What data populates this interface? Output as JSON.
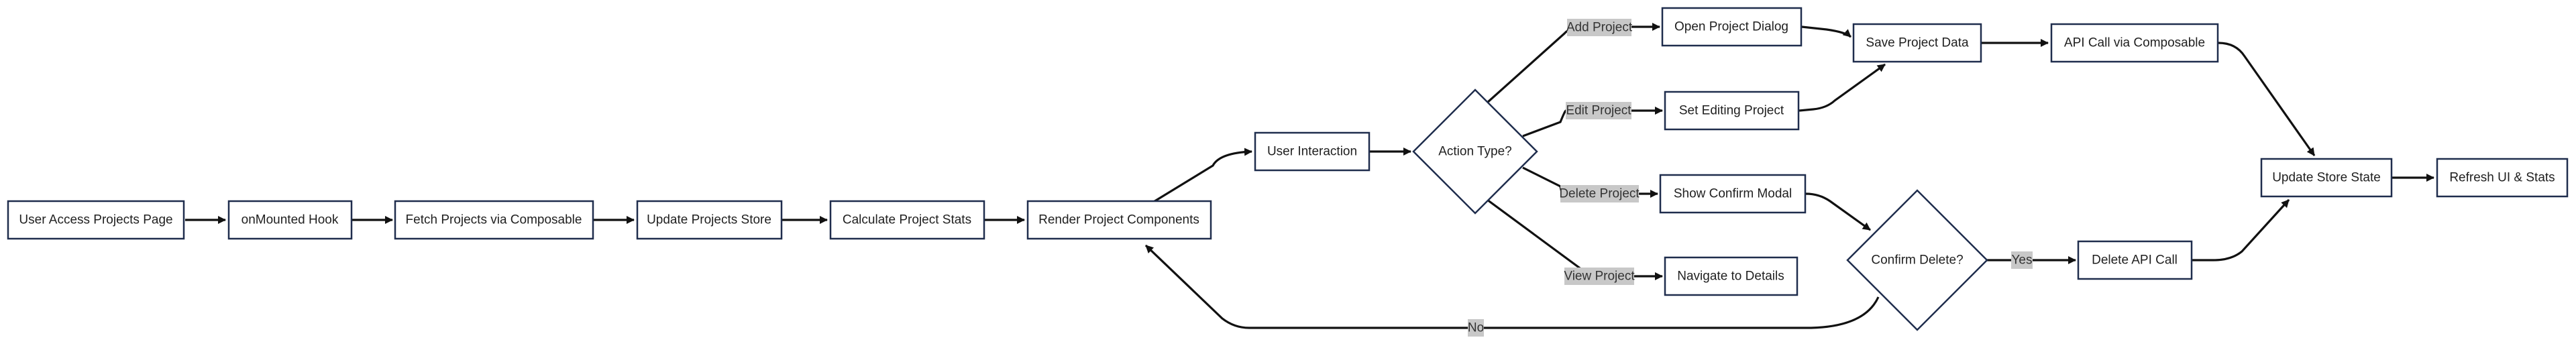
{
  "diagram": {
    "nodes": {
      "user_access": "User Access Projects Page",
      "on_mounted": "onMounted Hook",
      "fetch_projects": "Fetch Projects via Composable",
      "update_projects_store": "Update Projects Store",
      "calc_stats": "Calculate Project Stats",
      "render_components": "Render Project Components",
      "user_interaction": "User Interaction",
      "action_type": "Action Type?",
      "open_dialog": "Open Project Dialog",
      "set_editing": "Set Editing Project",
      "show_confirm": "Show Confirm Modal",
      "navigate_details": "Navigate to Details",
      "save_data": "Save Project Data",
      "confirm_delete": "Confirm Delete?",
      "api_call": "API Call via Composable",
      "delete_api": "Delete API Call",
      "update_store_state": "Update Store State",
      "refresh_ui": "Refresh UI & Stats"
    },
    "edge_labels": {
      "add_project": "Add Project",
      "edit_project": "Edit Project",
      "delete_project": "Delete Project",
      "view_project": "View Project",
      "yes": "Yes",
      "no": "No"
    },
    "colors": {
      "node_border": "#1f2d4d",
      "edge": "#111111",
      "label_background": "#c8c8c8"
    }
  }
}
